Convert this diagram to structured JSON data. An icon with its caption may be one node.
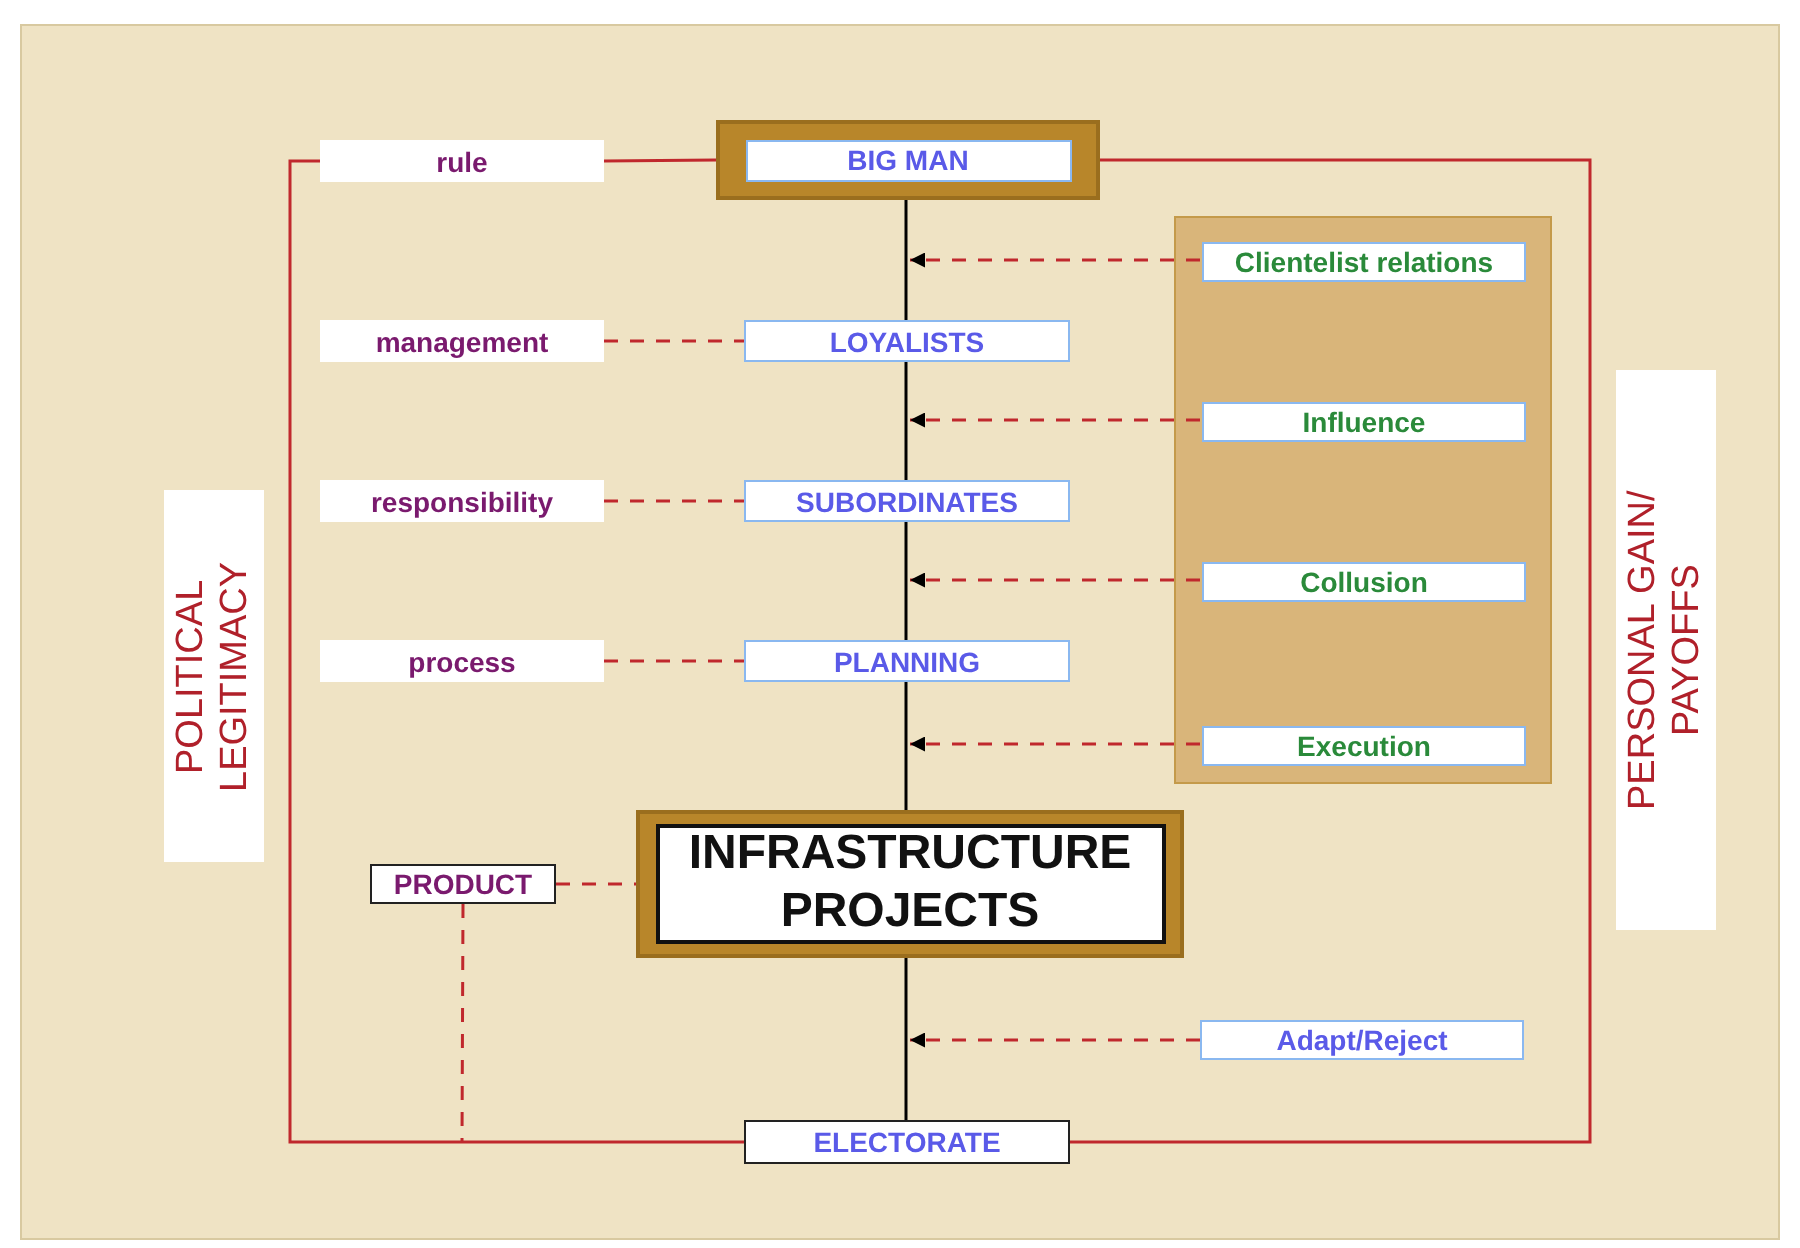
{
  "diagram": {
    "nodes": [
      {
        "text": [
          "rule"
        ]
      },
      {
        "text": [
          "BIG MAN"
        ]
      },
      {
        "text": [
          "management"
        ]
      },
      {
        "text": [
          "LOYALISTS"
        ]
      },
      {
        "text": [
          "responsibility"
        ]
      },
      {
        "text": [
          "SUBORDINATES"
        ]
      },
      {
        "text": [
          "process"
        ]
      },
      {
        "text": [
          "PLANNING"
        ]
      },
      {
        "text": [],
        "shape": "box"
      },
      {
        "text": [
          "Clientelist relations"
        ],
        "in": 8
      },
      {
        "text": [
          "Influence"
        ],
        "in": 8
      },
      {
        "text": [
          "Collusion"
        ],
        "in": 8
      },
      {
        "text": [
          "Execution"
        ],
        "in": 8
      },
      {
        "text": [
          "PRODUCT"
        ]
      },
      {
        "text": [
          "INFRASTRUCTURE PROJECTS"
        ]
      },
      {
        "text": [
          "Adapt/Reject"
        ]
      },
      {
        "text": [
          "ELECTORATE"
        ]
      }
    ],
    "edges": [
      {
        "from": 0,
        "to": 1,
        "arrow": "none"
      },
      {
        "from": 1,
        "to": 3,
        "arrow": "none",
        "color": "#000000"
      },
      {
        "from": 2,
        "to": 3,
        "arrow": "none",
        "style": "dashed"
      },
      {
        "from": 9,
        "to": null,
        "arrow": "to",
        "style": "dashed"
      },
      {
        "from": 3,
        "to": 5,
        "arrow": "none",
        "color": "#000000"
      },
      {
        "from": 10,
        "to": null,
        "arrow": "to",
        "style": "dashed"
      },
      {
        "from": 4,
        "to": 5,
        "arrow": "none",
        "style": "dashed"
      },
      {
        "from": 5,
        "to": 7,
        "arrow": "none",
        "color": "#000000"
      },
      {
        "from": 11,
        "to": null,
        "arrow": "to",
        "style": "dashed"
      },
      {
        "from": 6,
        "to": 7,
        "arrow": "none",
        "style": "dashed"
      },
      {
        "from": 12,
        "to": null,
        "arrow": "to",
        "style": "dashed"
      },
      {
        "from": 7,
        "to": 14,
        "arrow": "none",
        "color": "#000000"
      },
      {
        "from": 13,
        "to": 14,
        "arrow": "none",
        "style": "dashed"
      },
      {
        "from": 14,
        "to": 16,
        "arrow": "none",
        "color": "#000000"
      },
      {
        "from": 15,
        "to": null,
        "arrow": "to",
        "style": "dashed"
      },
      {
        "from": 0,
        "to": 16,
        "arrow": "none"
      },
      {
        "from": 1,
        "to": 16,
        "arrow": "none"
      },
      {
        "from": 13,
        "to": null,
        "arrow": "none",
        "style": "dashed"
      }
    ],
    "labels": [
      "POLITICAL LEGITIMACY",
      "PERSONAL GAIN/ PAYOFFS"
    ]
  }
}
